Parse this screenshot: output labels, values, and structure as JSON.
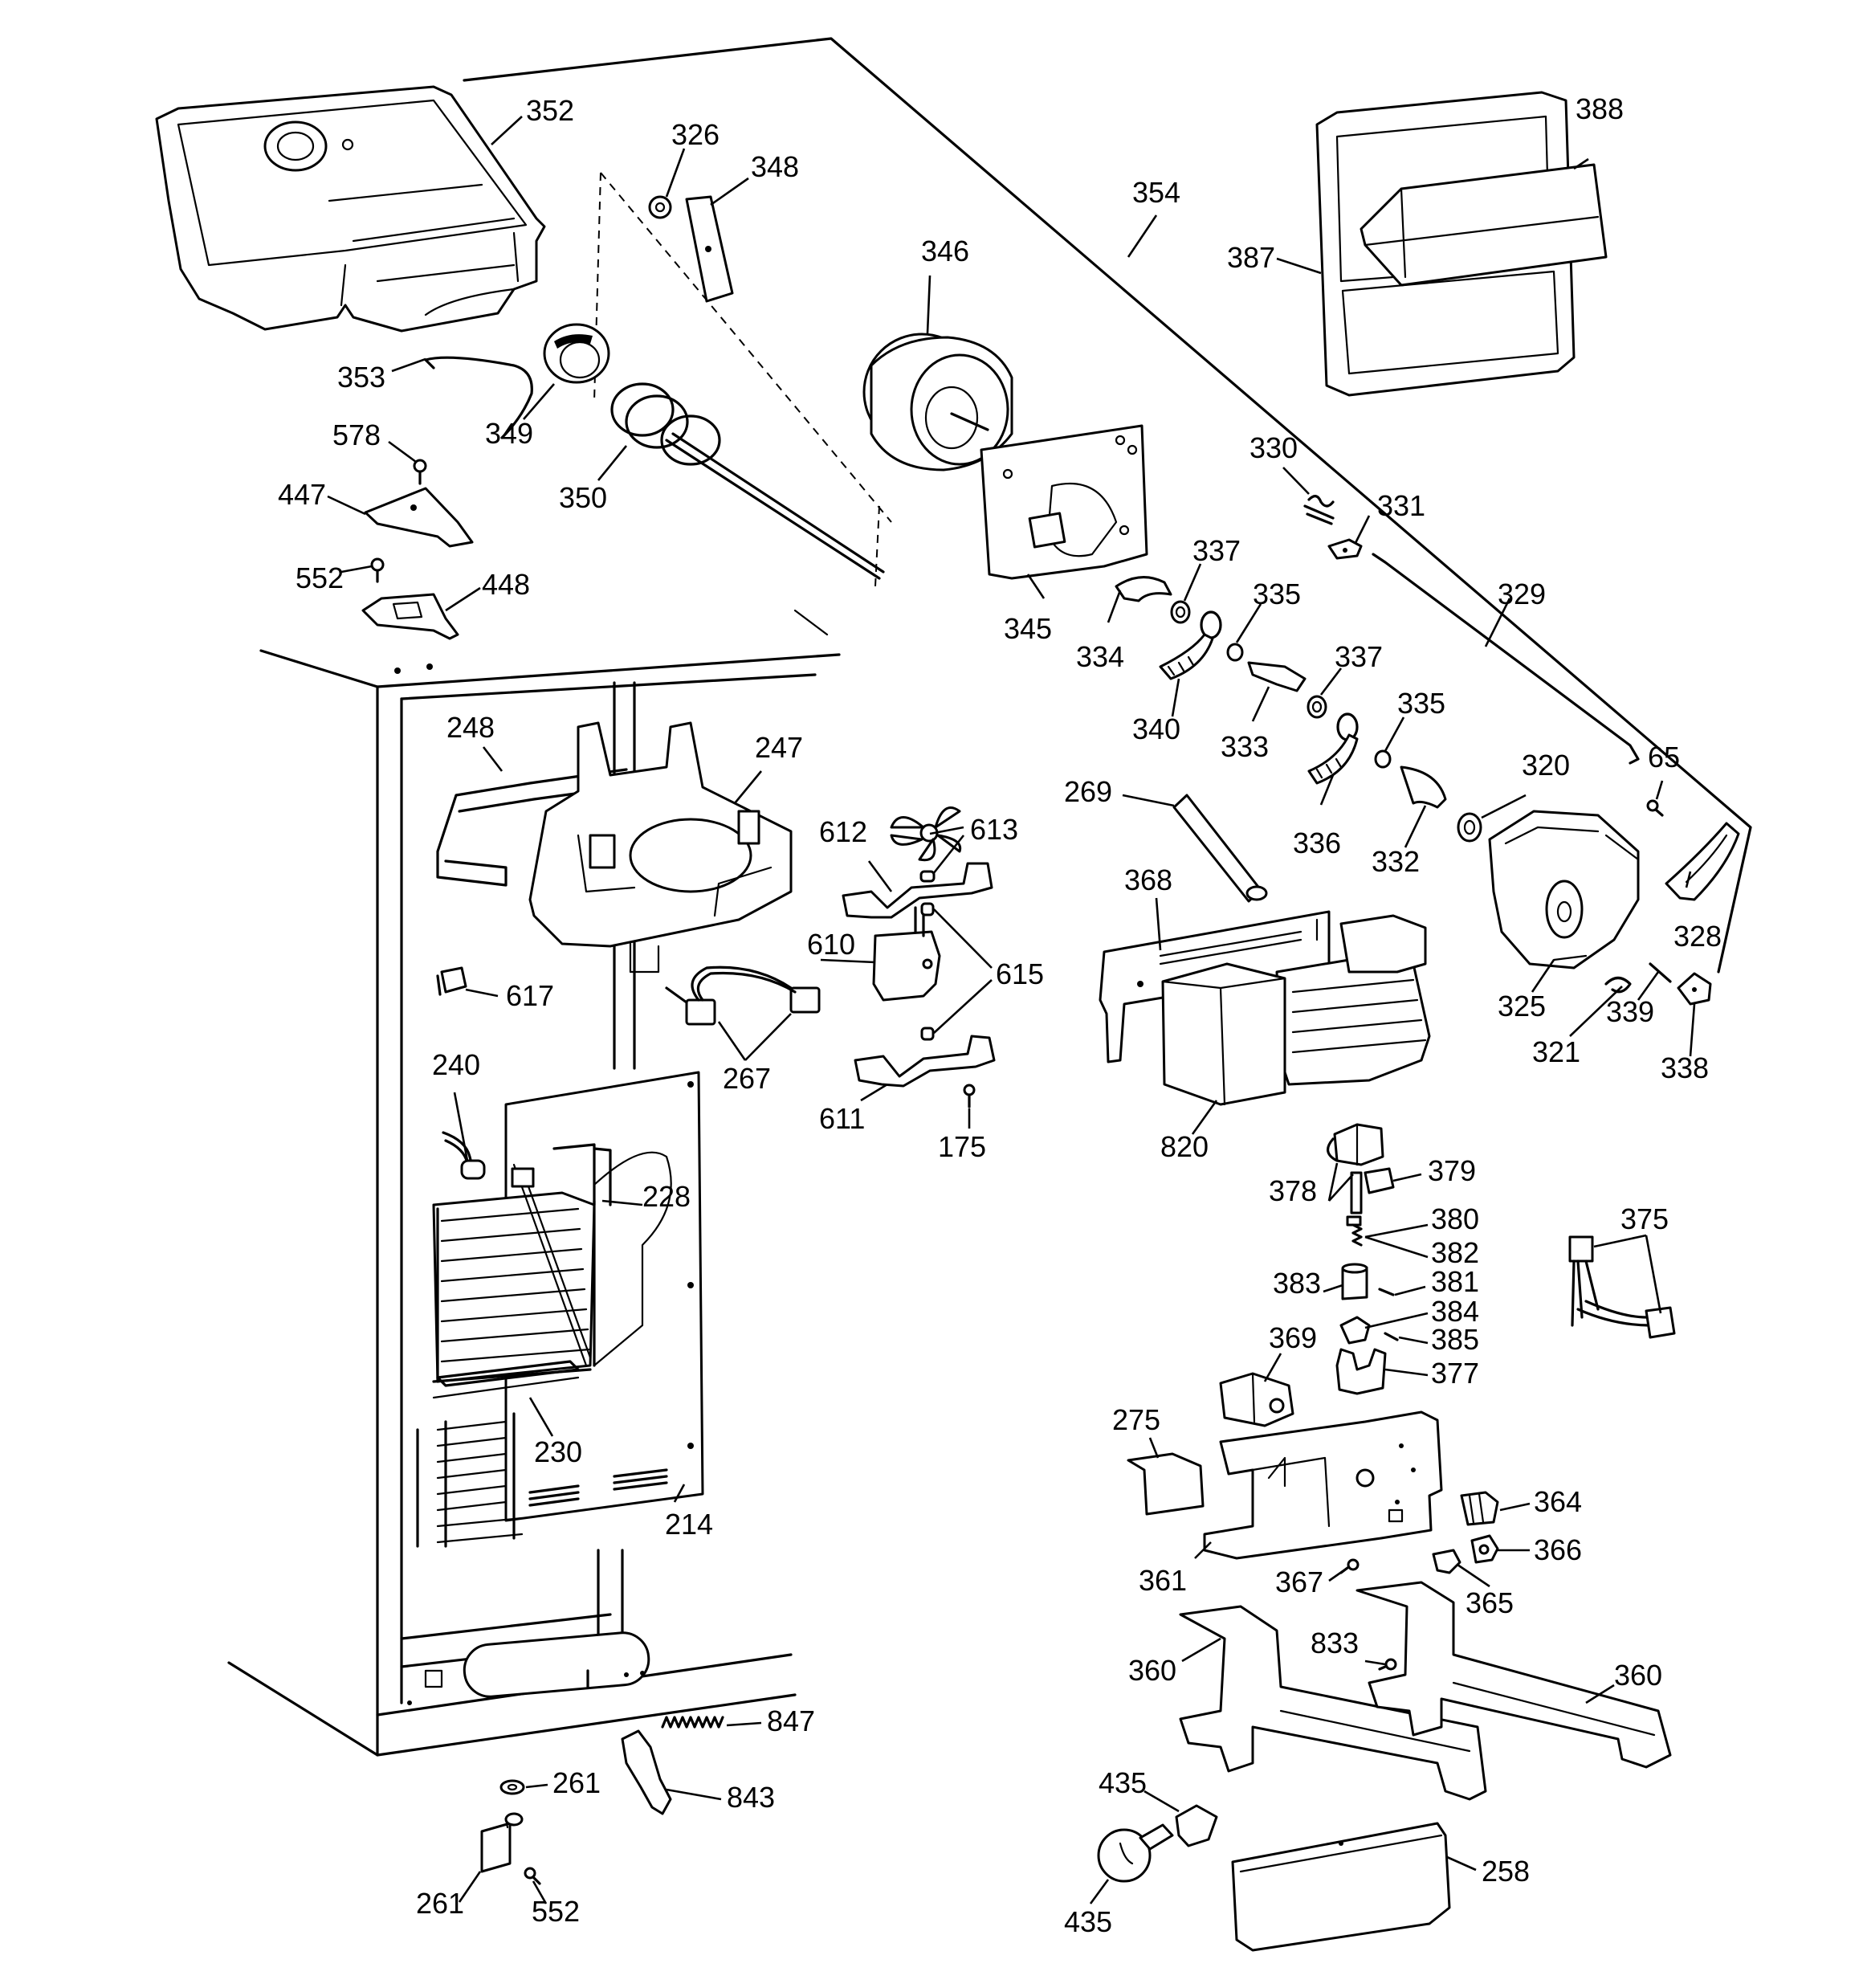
{
  "callouts": [
    {
      "id": "352",
      "text": "352"
    },
    {
      "id": "326",
      "text": "326"
    },
    {
      "id": "348",
      "text": "348"
    },
    {
      "id": "354",
      "text": "354"
    },
    {
      "id": "388",
      "text": "388"
    },
    {
      "id": "387",
      "text": "387"
    },
    {
      "id": "346",
      "text": "346"
    },
    {
      "id": "353",
      "text": "353"
    },
    {
      "id": "349",
      "text": "349"
    },
    {
      "id": "350",
      "text": "350"
    },
    {
      "id": "578",
      "text": "578"
    },
    {
      "id": "447",
      "text": "447"
    },
    {
      "id": "552a",
      "text": "552"
    },
    {
      "id": "448",
      "text": "448"
    },
    {
      "id": "330",
      "text": "330"
    },
    {
      "id": "331",
      "text": "331"
    },
    {
      "id": "337a",
      "text": "337"
    },
    {
      "id": "345",
      "text": "345"
    },
    {
      "id": "334",
      "text": "334"
    },
    {
      "id": "335a",
      "text": "335"
    },
    {
      "id": "329",
      "text": "329"
    },
    {
      "id": "340",
      "text": "340"
    },
    {
      "id": "333",
      "text": "333"
    },
    {
      "id": "337b",
      "text": "337"
    },
    {
      "id": "335b",
      "text": "335"
    },
    {
      "id": "248",
      "text": "248"
    },
    {
      "id": "247",
      "text": "247"
    },
    {
      "id": "269",
      "text": "269"
    },
    {
      "id": "320",
      "text": "320"
    },
    {
      "id": "65",
      "text": "65"
    },
    {
      "id": "612",
      "text": "612"
    },
    {
      "id": "613",
      "text": "613"
    },
    {
      "id": "336",
      "text": "336"
    },
    {
      "id": "332",
      "text": "332"
    },
    {
      "id": "368",
      "text": "368"
    },
    {
      "id": "328",
      "text": "328"
    },
    {
      "id": "610",
      "text": "610"
    },
    {
      "id": "615",
      "text": "615"
    },
    {
      "id": "617",
      "text": "617"
    },
    {
      "id": "325",
      "text": "325"
    },
    {
      "id": "339",
      "text": "339"
    },
    {
      "id": "321",
      "text": "321"
    },
    {
      "id": "338",
      "text": "338"
    },
    {
      "id": "240",
      "text": "240"
    },
    {
      "id": "267",
      "text": "267"
    },
    {
      "id": "611",
      "text": "611"
    },
    {
      "id": "175",
      "text": "175"
    },
    {
      "id": "820",
      "text": "820"
    },
    {
      "id": "379",
      "text": "379"
    },
    {
      "id": "378",
      "text": "378"
    },
    {
      "id": "228",
      "text": "228"
    },
    {
      "id": "380",
      "text": "380"
    },
    {
      "id": "375",
      "text": "375"
    },
    {
      "id": "382",
      "text": "382"
    },
    {
      "id": "383",
      "text": "383"
    },
    {
      "id": "381",
      "text": "381"
    },
    {
      "id": "384",
      "text": "384"
    },
    {
      "id": "369",
      "text": "369"
    },
    {
      "id": "385",
      "text": "385"
    },
    {
      "id": "377",
      "text": "377"
    },
    {
      "id": "230",
      "text": "230"
    },
    {
      "id": "275",
      "text": "275"
    },
    {
      "id": "364",
      "text": "364"
    },
    {
      "id": "214",
      "text": "214"
    },
    {
      "id": "366",
      "text": "366"
    },
    {
      "id": "361",
      "text": "361"
    },
    {
      "id": "367",
      "text": "367"
    },
    {
      "id": "365",
      "text": "365"
    },
    {
      "id": "833",
      "text": "833"
    },
    {
      "id": "360a",
      "text": "360"
    },
    {
      "id": "360b",
      "text": "360"
    },
    {
      "id": "847",
      "text": "847"
    },
    {
      "id": "261a",
      "text": "261"
    },
    {
      "id": "843",
      "text": "843"
    },
    {
      "id": "435a",
      "text": "435"
    },
    {
      "id": "258",
      "text": "258"
    },
    {
      "id": "261b",
      "text": "261"
    },
    {
      "id": "552b",
      "text": "552"
    },
    {
      "id": "435b",
      "text": "435"
    }
  ]
}
